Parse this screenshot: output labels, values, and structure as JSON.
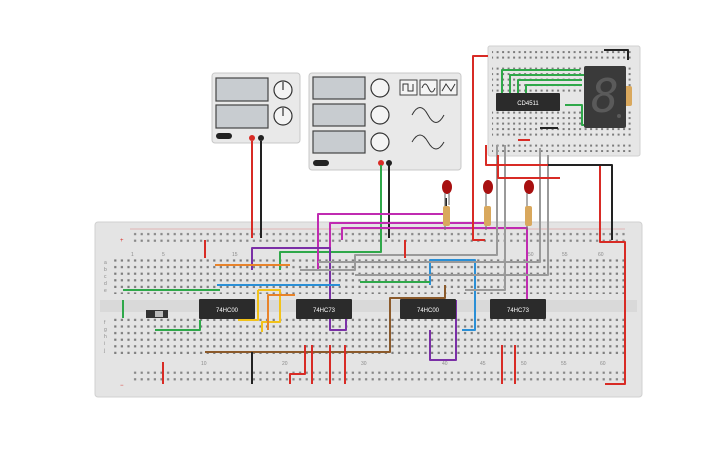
{
  "chips": {
    "c1": "74HC00",
    "c2": "74HC73",
    "c3": "74HC00",
    "c4": "74HC73",
    "decoder": "CD4511"
  },
  "display": {
    "digit": "8"
  },
  "rows": {
    "top": [
      "a",
      "b",
      "c",
      "d",
      "e"
    ],
    "bottom": [
      "f",
      "g",
      "h",
      "i",
      "j"
    ]
  },
  "columns": {
    "top": [
      "1",
      "5",
      "15",
      "50",
      "55",
      "60"
    ],
    "bottom": [
      "10",
      "20",
      "30",
      "40",
      "45",
      "50",
      "55",
      "60"
    ]
  },
  "rails": {
    "minus": "−",
    "plus": "+"
  },
  "colors": {
    "board": "#e6e6e6",
    "chip": "#2b2b2b",
    "red": "#d82b25",
    "black": "#222222",
    "green": "#2fa84a",
    "blue": "#2a8fd6",
    "purple": "#7a2fa6",
    "magenta": "#c02bb1",
    "yellow": "#f2c21a",
    "orange": "#e8832a",
    "brown": "#8b5a2b",
    "gray": "#9a9a9a"
  }
}
